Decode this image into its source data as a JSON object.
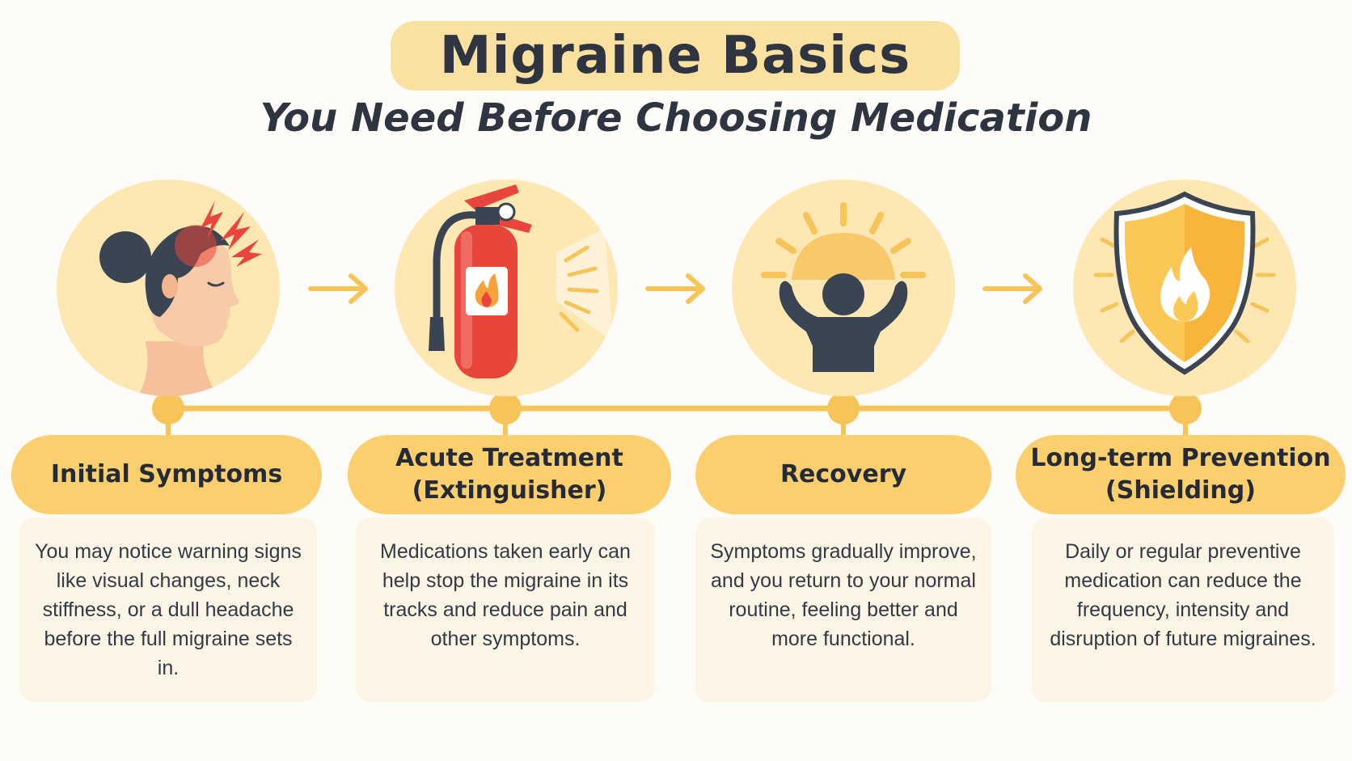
{
  "header": {
    "title": "Migraine Basics",
    "subtitle": "You Need Before Choosing Medication"
  },
  "stages": [
    {
      "label": "Initial Symptoms",
      "description": "You may notice warning signs like visual changes, neck stiffness, or a dull headache before the full migraine sets in.",
      "icon": "migraine-head-icon"
    },
    {
      "label": "Acute Treatment\n(Extinguisher)",
      "description": "Medications taken early can help stop the migraine in its tracks and reduce pain and other symptoms.",
      "icon": "fire-extinguisher-icon"
    },
    {
      "label": "Recovery",
      "description": "Symptoms gradually improve, and you return to your normal routine, feeling better and more functional.",
      "icon": "sunrise-person-icon"
    },
    {
      "label": "Long-term Prevention\n(Shielding)",
      "description": "Daily or regular preventive medication can reduce the frequency, intensity and disruption of future migraines.",
      "icon": "shield-flame-icon"
    }
  ],
  "colors": {
    "background": "#fdfcf9",
    "title_pill": "#fbe1a0",
    "circle": "#fde7b3",
    "label_pill": "#fbcf6e",
    "card": "#fcf4e4",
    "accent": "#f7c45a",
    "alert_red": "#e8463b",
    "dark": "#2e3541"
  }
}
